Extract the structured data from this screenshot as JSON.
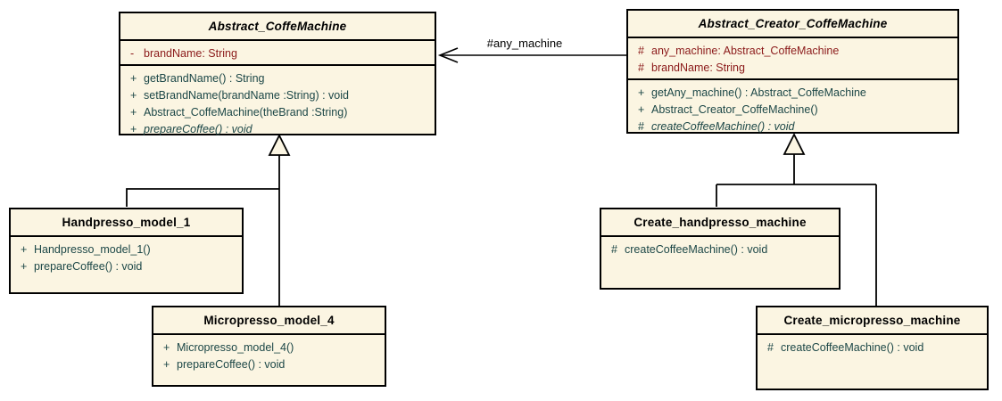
{
  "diagram_type": "uml-class-diagram",
  "colors": {
    "class_fill": "#FBF5E2",
    "border": "#000000",
    "title_text": "#000000",
    "attribute_text": "#8B1A1A",
    "method_text": "#1C4747",
    "connector": "#000000"
  },
  "association": {
    "label": "#any_machine"
  },
  "classes": [
    {
      "name": "Abstract_CoffeMachine",
      "abstract": true,
      "attributes": [
        {
          "visibility": "-",
          "text": "brandName: String"
        }
      ],
      "methods": [
        {
          "visibility": "+",
          "text": "getBrandName() : String"
        },
        {
          "visibility": "+",
          "text": "setBrandName(brandName :String) : void"
        },
        {
          "visibility": "+",
          "text": "Abstract_CoffeMachine(theBrand :String)"
        },
        {
          "visibility": "+",
          "text": "prepareCoffee() : void"
        }
      ]
    },
    {
      "name": "Abstract_Creator_CoffeMachine",
      "abstract": true,
      "attributes": [
        {
          "visibility": "#",
          "text": "any_machine: Abstract_CoffeMachine"
        },
        {
          "visibility": "#",
          "text": "brandName: String"
        }
      ],
      "methods": [
        {
          "visibility": "+",
          "text": "getAny_machine() : Abstract_CoffeMachine"
        },
        {
          "visibility": "+",
          "text": "Abstract_Creator_CoffeMachine()"
        },
        {
          "visibility": "#",
          "text": "createCoffeeMachine() : void"
        }
      ]
    },
    {
      "name": "Handpresso_model_1",
      "abstract": false,
      "attributes": [],
      "methods": [
        {
          "visibility": "+",
          "text": "Handpresso_model_1()"
        },
        {
          "visibility": "+",
          "text": "prepareCoffee() : void"
        }
      ]
    },
    {
      "name": "Micropresso_model_4",
      "abstract": false,
      "attributes": [],
      "methods": [
        {
          "visibility": "+",
          "text": "Micropresso_model_4()"
        },
        {
          "visibility": "+",
          "text": "prepareCoffee() : void"
        }
      ]
    },
    {
      "name": "Create_handpresso_machine",
      "abstract": false,
      "attributes": [],
      "methods": [
        {
          "visibility": "#",
          "text": "createCoffeeMachine() : void"
        }
      ]
    },
    {
      "name": "Create_micropresso_machine",
      "abstract": false,
      "attributes": [],
      "methods": [
        {
          "visibility": "#",
          "text": "createCoffeeMachine() : void"
        }
      ]
    }
  ]
}
